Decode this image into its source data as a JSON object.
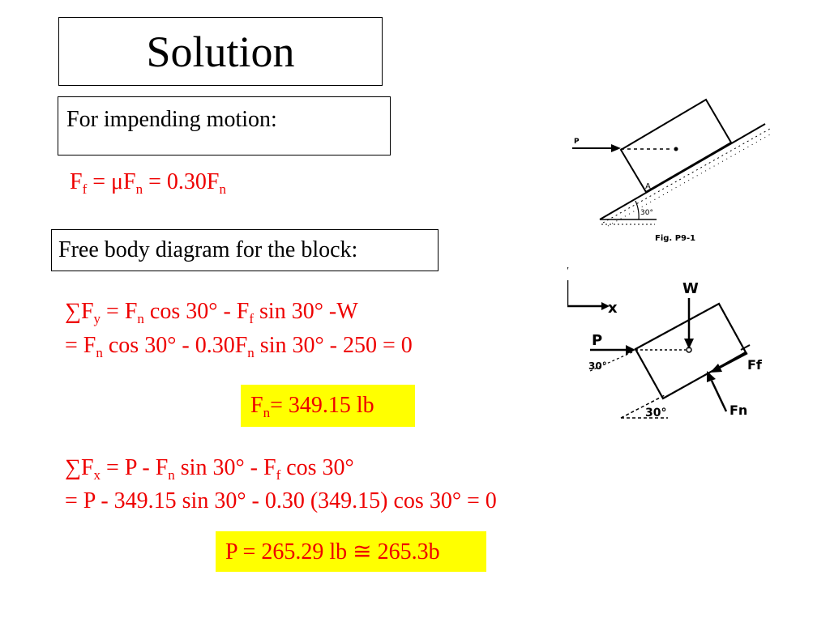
{
  "title": "Solution",
  "box_motion": "For impending motion:",
  "box_fbd": "Free body diagram for the block:",
  "eq_friction": {
    "f1": "F",
    "s1": "f",
    "t1": " = μF",
    "s2": "n",
    "t2": " = 0.30F",
    "s3": "n"
  },
  "eq_sum_y": {
    "line1": {
      "a": "∑F",
      "sa": "y",
      "b": " = F",
      "sb": "n",
      "c": "  cos 30° - F",
      "sc": "f",
      "d": "  sin 30° -W"
    },
    "line2": {
      "a": "= F",
      "sa": "n",
      "b": "  cos 30° - 0.30F",
      "sb": "n",
      "c": "  sin 30° - 250 = 0"
    }
  },
  "result_fn": {
    "a": "F",
    "sa": "n",
    "b": "= 349.15 lb"
  },
  "eq_sum_x": {
    "line1": {
      "a": "∑F",
      "sa": "x",
      "b": " = P - F",
      "sb": "n",
      "c": "  sin 30° - F",
      "sc": "f",
      "d": "  cos 30°"
    },
    "line2": "= P - 349.15 sin 30° - 0.30 (349.15) cos 30° = 0"
  },
  "result_p": "P = 265.29 lb ≅ 265.3b",
  "figure_top": {
    "p_label": "P",
    "corner_label": "A",
    "angle_label": "30°",
    "caption": "Fig. P9-1"
  },
  "figure_fbd": {
    "y_label": "y",
    "x_label": "x",
    "w_label": "W",
    "p_label": "P",
    "p_angle": "30°",
    "ff_label": "Ff",
    "fn_label": "Fn",
    "base_angle": "30°"
  }
}
